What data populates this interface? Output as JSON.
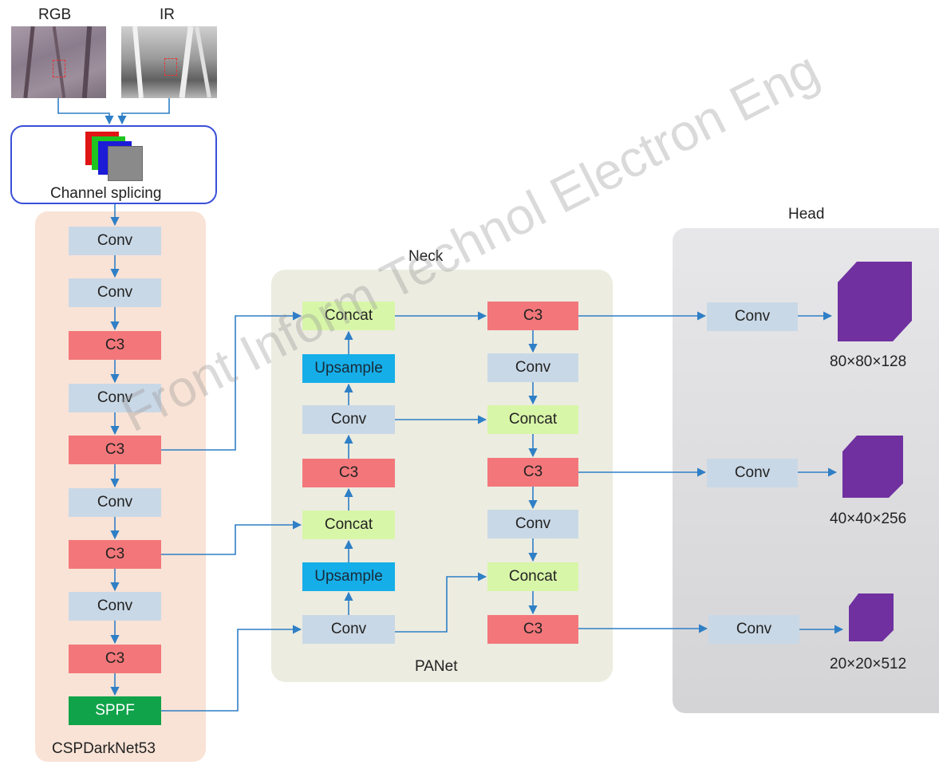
{
  "inputs": {
    "rgb_label": "RGB",
    "ir_label": "IR"
  },
  "splicing": {
    "label": "Channel splicing"
  },
  "backbone": {
    "title": "CSPDarkNet53",
    "blocks": [
      "Conv",
      "Conv",
      "C3",
      "Conv",
      "C3",
      "Conv",
      "C3",
      "Conv",
      "C3",
      "SPPF"
    ]
  },
  "neck": {
    "title": "Neck",
    "subtitle": "PANet",
    "left_column": [
      "Concat",
      "Upsample",
      "Conv",
      "C3",
      "Concat",
      "Upsample",
      "Conv"
    ],
    "right_column": [
      "C3",
      "Conv",
      "Concat",
      "C3",
      "Conv",
      "Concat",
      "C3"
    ]
  },
  "head": {
    "title": "Head",
    "conv_labels": [
      "Conv",
      "Conv",
      "Conv"
    ],
    "outputs": [
      "80×80×128",
      "40×40×256",
      "20×20×512"
    ]
  },
  "watermark": "Front Inform Technol Electron Eng",
  "colors": {
    "conv": "#c9d8e6",
    "c3": "#f3777a",
    "concat": "#d8f6a8",
    "upsample": "#16aee8",
    "sppf": "#10a34a",
    "arrow": "#2f7fc6",
    "cube": "#7030a0",
    "splice_border": "#3b4fd9"
  }
}
